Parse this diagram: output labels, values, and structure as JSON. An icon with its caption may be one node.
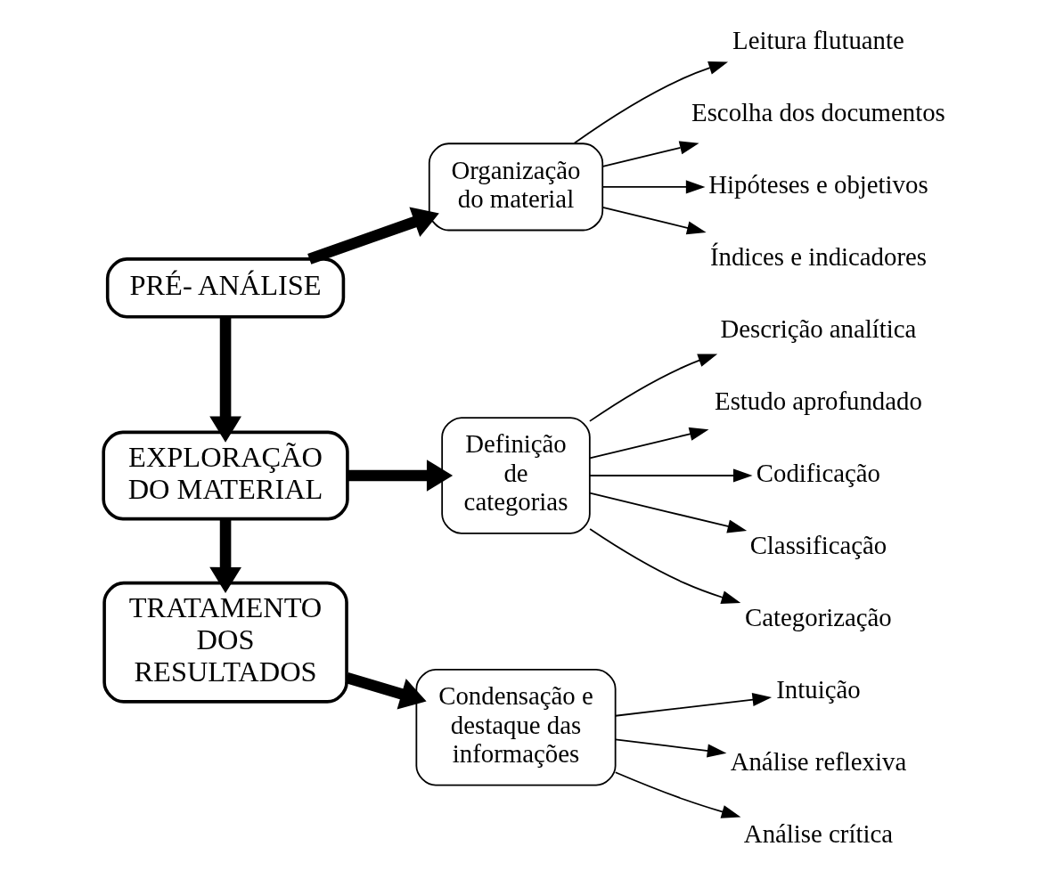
{
  "diagram": {
    "nodes": [
      {
        "text": [
          "PRÉ- ANÁLISE"
        ]
      },
      {
        "text": [
          "Organização do material"
        ]
      },
      {
        "text": [
          "Leitura flutuante"
        ]
      },
      {
        "text": [
          "Escolha dos documentos"
        ]
      },
      {
        "text": [
          "Hipóteses e objetivos"
        ]
      },
      {
        "text": [
          "Índices e indicadores"
        ]
      },
      {
        "text": [
          "EXPLORAÇÃO DO MATERIAL"
        ]
      },
      {
        "text": [
          "Definição de categorias"
        ]
      },
      {
        "text": [
          "Descrição analítica"
        ]
      },
      {
        "text": [
          "Estudo aprofundado"
        ]
      },
      {
        "text": [
          "Codificação"
        ]
      },
      {
        "text": [
          "Classificação"
        ]
      },
      {
        "text": [
          "Categorização"
        ]
      },
      {
        "text": [
          "TRATAMENTO DOS RESULTADOS"
        ]
      },
      {
        "text": [
          "Condensação e destaque das informações"
        ]
      },
      {
        "text": [
          "Intuição"
        ]
      },
      {
        "text": [
          "Análise reflexiva"
        ]
      },
      {
        "text": [
          "Análise crítica"
        ]
      }
    ],
    "edges": [
      {
        "from": 0,
        "to": 1,
        "arrow": "to",
        "style": "thick"
      },
      {
        "from": 1,
        "to": 2,
        "arrow": "to"
      },
      {
        "from": 1,
        "to": 3,
        "arrow": "to"
      },
      {
        "from": 1,
        "to": 4,
        "arrow": "to"
      },
      {
        "from": 1,
        "to": 5,
        "arrow": "to"
      },
      {
        "from": 0,
        "to": 6,
        "arrow": "to",
        "style": "thick"
      },
      {
        "from": 6,
        "to": 7,
        "arrow": "to",
        "style": "thick"
      },
      {
        "from": 7,
        "to": 8,
        "arrow": "to"
      },
      {
        "from": 7,
        "to": 9,
        "arrow": "to"
      },
      {
        "from": 7,
        "to": 10,
        "arrow": "to"
      },
      {
        "from": 7,
        "to": 11,
        "arrow": "to"
      },
      {
        "from": 7,
        "to": 12,
        "arrow": "to"
      },
      {
        "from": 6,
        "to": 13,
        "arrow": "to",
        "style": "thick"
      },
      {
        "from": 13,
        "to": 14,
        "arrow": "to",
        "style": "thick"
      },
      {
        "from": 14,
        "to": 15,
        "arrow": "to"
      },
      {
        "from": 14,
        "to": 16,
        "arrow": "to"
      },
      {
        "from": 14,
        "to": 17,
        "arrow": "to"
      }
    ]
  }
}
